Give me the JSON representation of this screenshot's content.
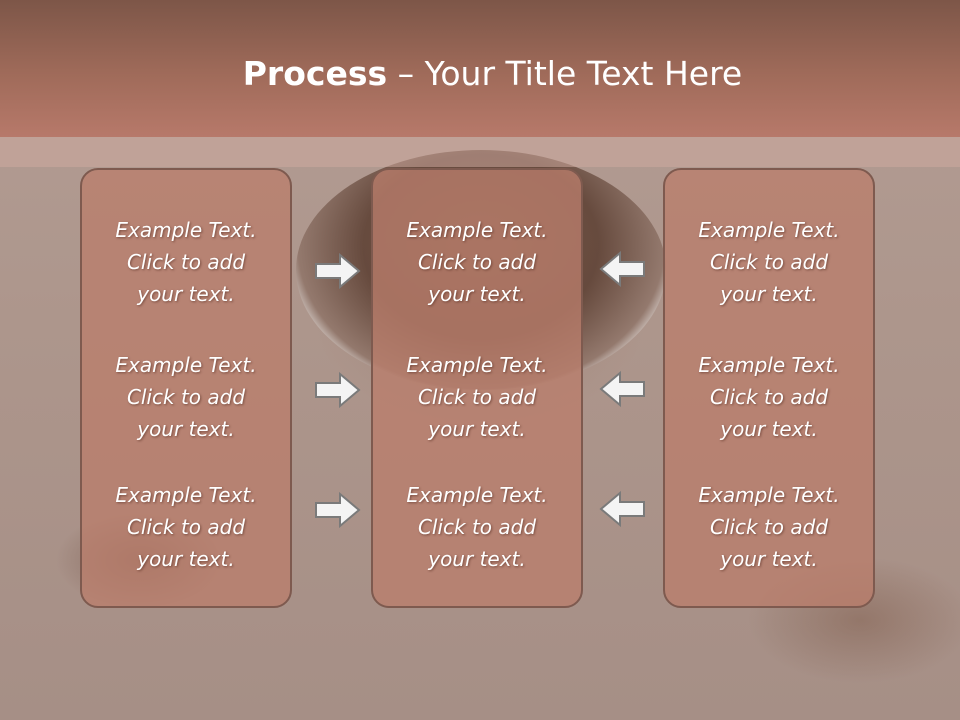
{
  "slide": {
    "title_bold": "Process",
    "title_rest": " – Your Title Text Here"
  },
  "columns": [
    {
      "items": [
        "Example Text.\nClick  to add\nyour text.",
        "Example Text.\nClick  to add\nyour text.",
        "Example Text.\nClick  to add\nyour text."
      ]
    },
    {
      "items": [
        "Example Text.\nClick  to add\nyour text.",
        "Example Text.\nClick  to add\nyour text.",
        "Example Text.\nClick  to add\nyour text."
      ]
    },
    {
      "items": [
        "Example Text.\nClick  to add\nyour text.",
        "Example Text.\nClick  to add\nyour text.",
        "Example Text.\nClick  to add\nyour text."
      ]
    }
  ],
  "arrows": {
    "left_group": "arrow-right-icon",
    "right_group": "arrow-left-icon",
    "fill": "#f4f4f4",
    "stroke": "#7a7a7a"
  },
  "colors": {
    "header": "#a06b5a",
    "box_fill": "#ba7d6c",
    "box_border": "#7e5a4f"
  }
}
